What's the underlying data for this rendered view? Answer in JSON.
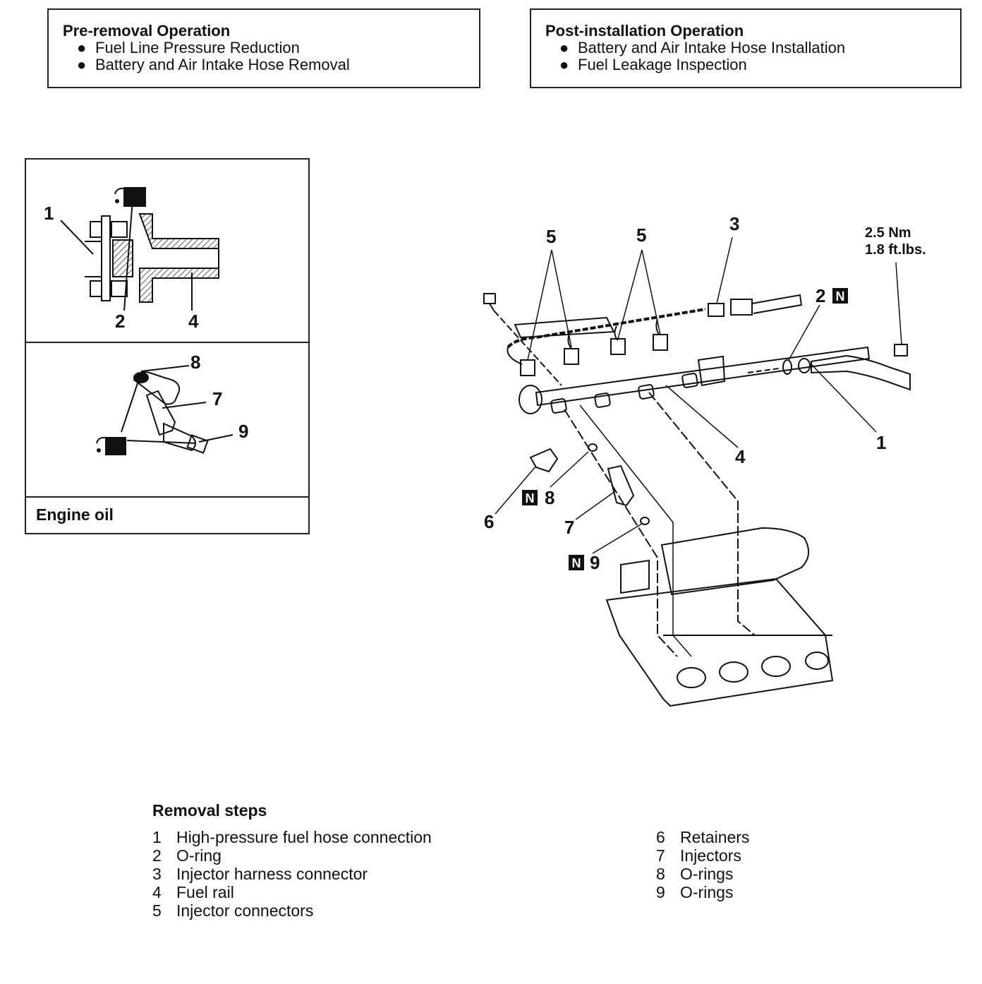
{
  "pre_removal": {
    "title": "Pre-removal Operation",
    "bullet": "●",
    "items": [
      "Fuel Line Pressure Reduction",
      "Battery and Air Intake Hose Removal"
    ]
  },
  "post_installation": {
    "title": "Post-installation Operation",
    "bullet": "●",
    "items": [
      "Battery and Air Intake Hose Installation",
      "Fuel Leakage Inspection"
    ]
  },
  "detail_box": {
    "legend_label": "Engine oil",
    "callouts_top": [
      "1",
      "2",
      "4"
    ],
    "callouts_bottom": [
      "8",
      "7",
      "9"
    ]
  },
  "main_diagram": {
    "callouts": {
      "c1": "1",
      "c2": "2",
      "c3": "3",
      "c4": "4",
      "c5a": "5",
      "c5b": "5",
      "c6": "6",
      "c7": "7",
      "c8": "8",
      "c9": "9"
    },
    "new_part_mark": "N",
    "torque_nm": "2.5 Nm",
    "torque_ftlbs": "1.8 ft.lbs."
  },
  "removal_steps": {
    "title": "Removal steps",
    "left": [
      {
        "n": "1",
        "text": "High-pressure fuel hose connection"
      },
      {
        "n": "2",
        "text": "O-ring"
      },
      {
        "n": "3",
        "text": "Injector harness connector"
      },
      {
        "n": "4",
        "text": "Fuel rail"
      },
      {
        "n": "5",
        "text": "Injector connectors"
      }
    ],
    "right": [
      {
        "n": "6",
        "text": "Retainers"
      },
      {
        "n": "7",
        "text": "Injectors"
      },
      {
        "n": "8",
        "text": "O-rings"
      },
      {
        "n": "9",
        "text": "O-rings"
      }
    ]
  }
}
